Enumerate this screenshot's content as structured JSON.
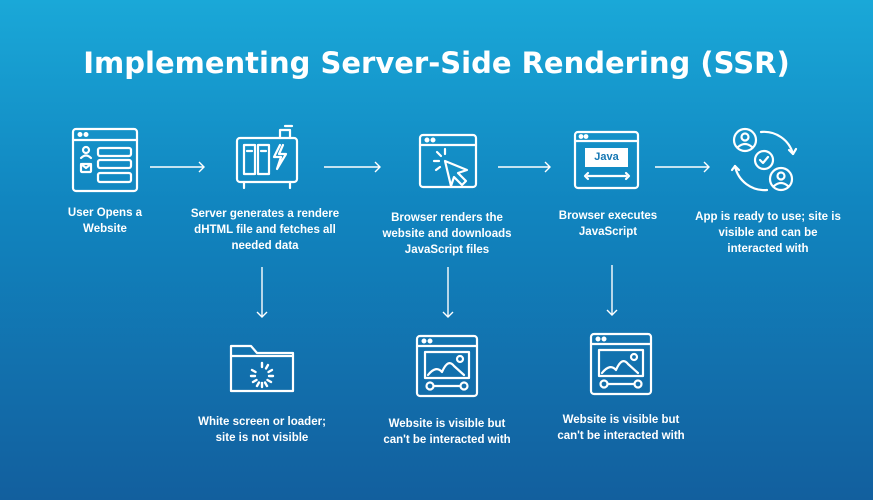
{
  "title": "Implementing Server-Side Rendering (SSR)",
  "steps": [
    {
      "label": "User Opens a Website",
      "icon": "login-form-icon"
    },
    {
      "label": "Server generates a rendere dHTML file and fetches all needed data",
      "icon": "server-icon"
    },
    {
      "label": "Browser renders the website and downloads JavaScript files",
      "icon": "browser-cursor-icon"
    },
    {
      "label": "Browser executes JavaScript",
      "icon": "java-browser-icon",
      "badge": "Java"
    },
    {
      "label": "App is ready to use; site is visible and can be interacted with",
      "icon": "users-check-icon"
    }
  ],
  "outcomes": [
    {
      "label": "White screen or loader; site is not visible",
      "icon": "folder-loader-icon"
    },
    {
      "label": "Website is visible but can't be interacted with",
      "icon": "browser-image-icon"
    },
    {
      "label": "Website is visible but can't be interacted with",
      "icon": "browser-image-icon"
    }
  ]
}
